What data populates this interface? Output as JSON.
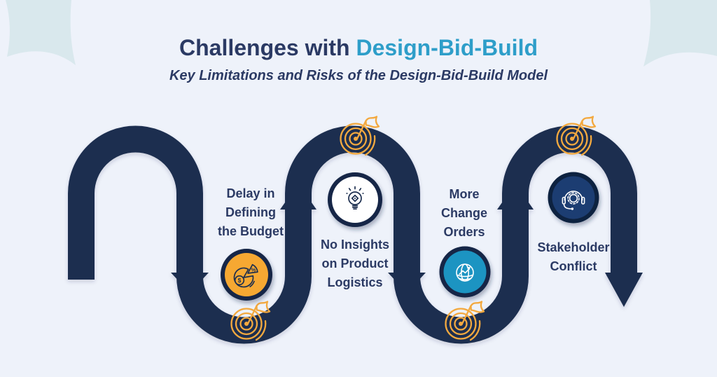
{
  "header": {
    "title_prefix": "Challenges with ",
    "title_highlight": "Design-Bid-Build",
    "subtitle": "Key Limitations and Risks of the Design-Bid-Build Model"
  },
  "milestones": [
    {
      "id": "delay-budget",
      "label": "Delay in\nDefining\nthe Budget",
      "icon": "pie-chart-dollar-percent-icon",
      "fill": "#F6A832",
      "glyphs": {
        "percent": "%",
        "dollar": "$"
      }
    },
    {
      "id": "no-insights",
      "label": "No Insights\non Product\nLogistics",
      "icon": "lightbulb-idea-icon",
      "fill": "#FFFFFF"
    },
    {
      "id": "more-change-orders",
      "label": "More\nChange\nOrders",
      "icon": "globe-growth-arrow-icon",
      "fill": "#1F94C2"
    },
    {
      "id": "stakeholder-conflict",
      "label": "Stakeholder\nConflict",
      "icon": "headset-gear-icon",
      "fill": "#1F3D72"
    }
  ],
  "decor": {
    "flag_icon": "target-flag-icon",
    "flag_count": 4
  },
  "colors": {
    "background": "#EEF2FA",
    "path_navy": "#1D2F4F",
    "ring_navy": "#142646",
    "accent_orange": "#F3A93F",
    "accent_teal": "#1F94C2",
    "title_navy": "#2B3A64",
    "title_teal": "#2E9EC9",
    "corner_blob": "#D9E8ED"
  }
}
